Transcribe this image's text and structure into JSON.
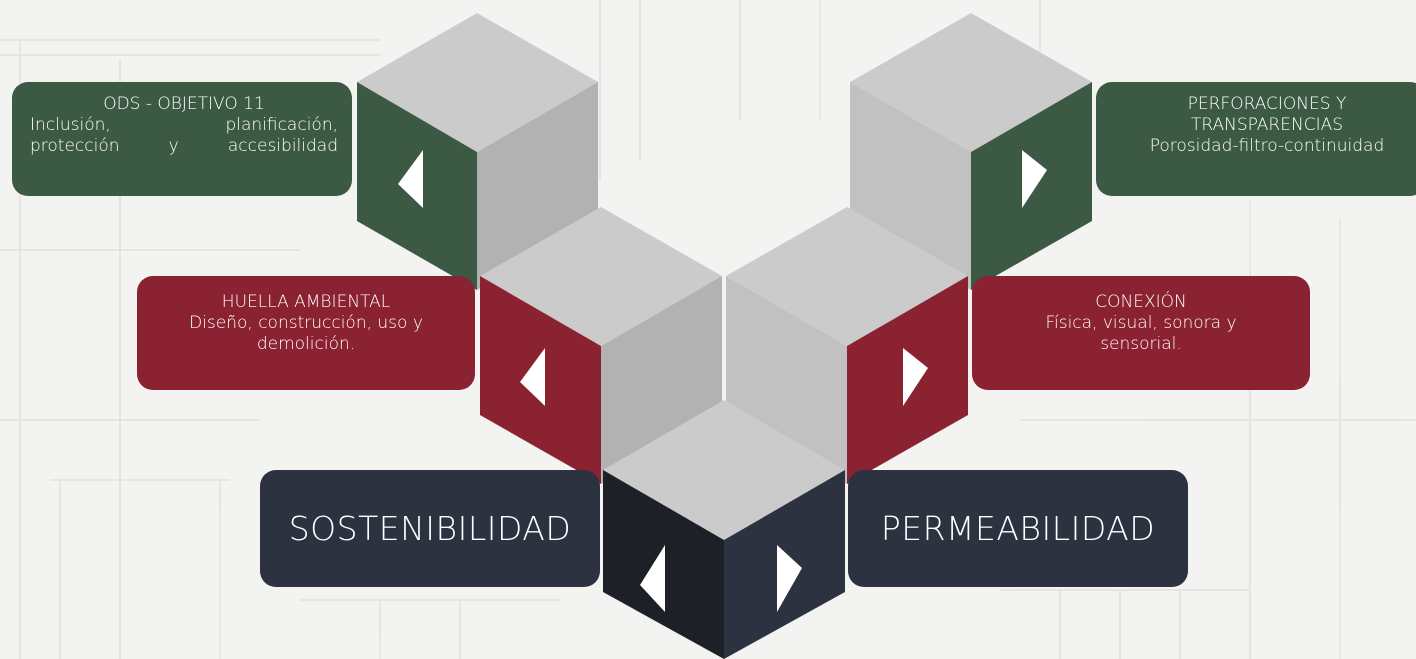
{
  "colors": {
    "green": "#3c5944",
    "red": "#8b2232",
    "dark": "#2d3240",
    "darkest": "#1e2027",
    "cube_top": "#cbcbcb",
    "cube_side": "#b2b2b2",
    "background": "#f3f3f2"
  },
  "icons": [
    "triangle-left-icon",
    "triangle-right-icon"
  ],
  "boxes": {
    "ods": {
      "title": "ODS - OBJETIVO 11",
      "line1": "Inclusión, planificación,",
      "line2": "protección y accesibilidad"
    },
    "perforaciones": {
      "title": "PERFORACIONES Y",
      "title2": "TRANSPARENCIAS",
      "text": "Porosidad-filtro-continuidad"
    },
    "huella": {
      "title": "HUELLA AMBIENTAL",
      "text": "Diseño, construcción, uso y demolición."
    },
    "conexion": {
      "title": "CONEXIÓN",
      "text": "Física, visual, sonora y sensorial."
    },
    "sostenibilidad": {
      "label": "SOSTENIBILIDAD"
    },
    "permeabilidad": {
      "label": "PERMEABILIDAD"
    }
  }
}
